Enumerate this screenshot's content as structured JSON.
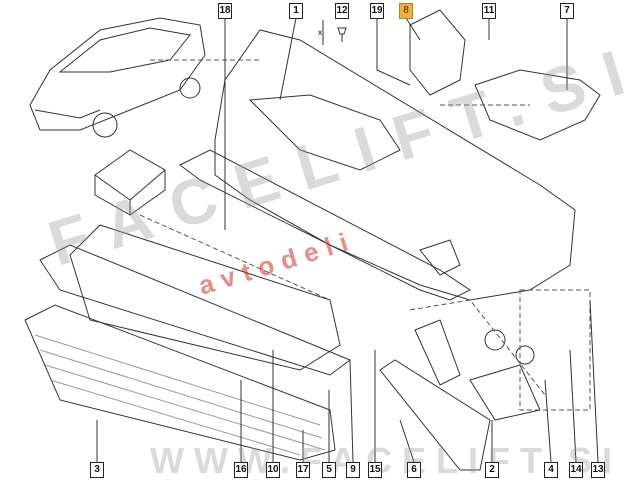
{
  "diagram": {
    "labels": {
      "top": [
        "18",
        "1",
        "12",
        "19",
        "8",
        "11",
        "7"
      ],
      "bottom": [
        "3",
        "16",
        "10",
        "17",
        "5",
        "9",
        "15",
        "6",
        "2",
        "4",
        "14",
        "13"
      ],
      "highlighted": "8"
    },
    "dimension_mark": "x",
    "watermarks": {
      "diagonal": "FACELIFT.SI",
      "brand_sub": "avtodeli",
      "bottom": "WWW.FACELIFT.SI"
    },
    "colors": {
      "highlight": "#f0b040",
      "line": "#222222"
    }
  }
}
